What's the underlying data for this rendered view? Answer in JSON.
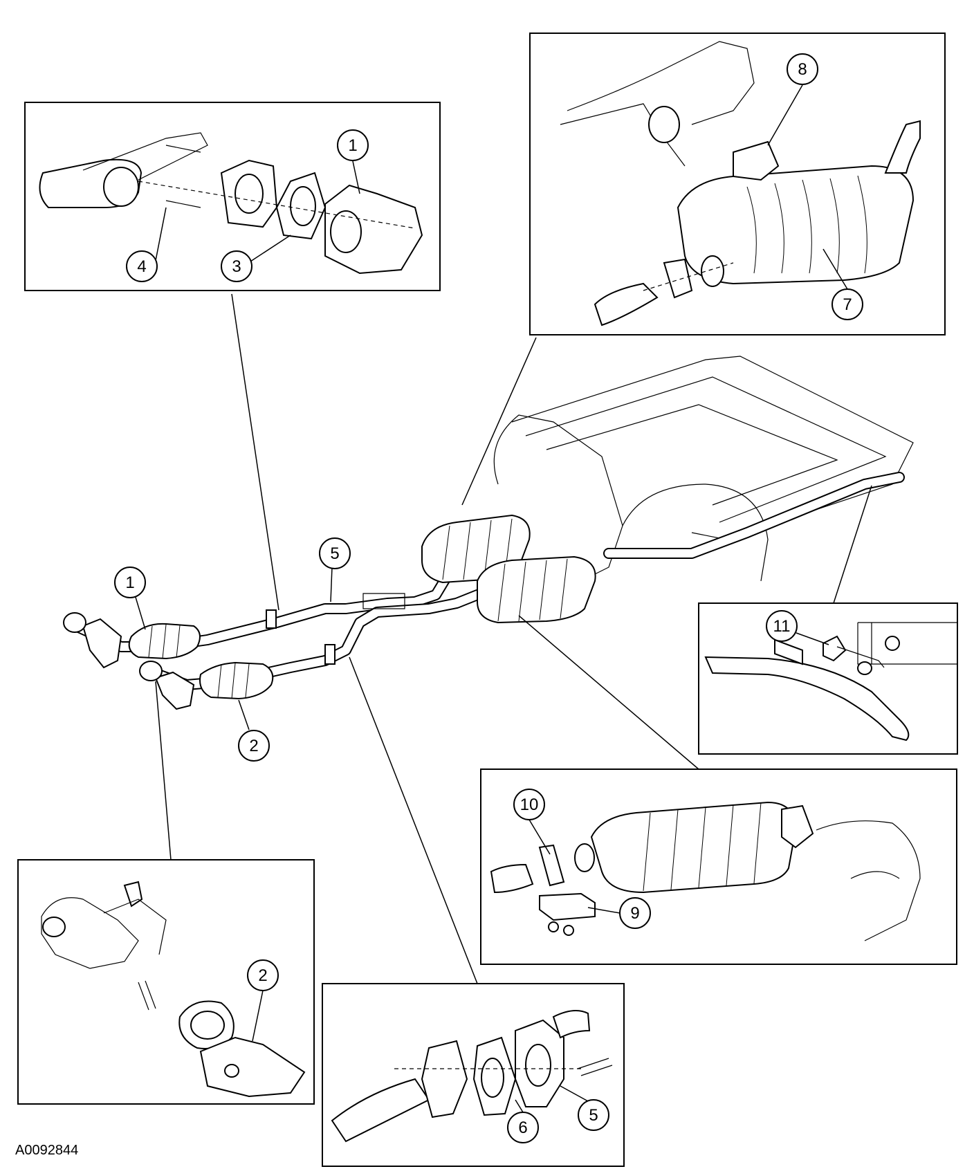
{
  "figure_id": "A0092844",
  "callouts": {
    "c1a": "1",
    "c4": "4",
    "c3": "3",
    "c8": "8",
    "c7": "7",
    "c5a": "5",
    "c1b": "1",
    "c2a": "2",
    "c11": "11",
    "c10": "10",
    "c9": "9",
    "c2b": "2",
    "c6": "6",
    "c5b": "5"
  }
}
